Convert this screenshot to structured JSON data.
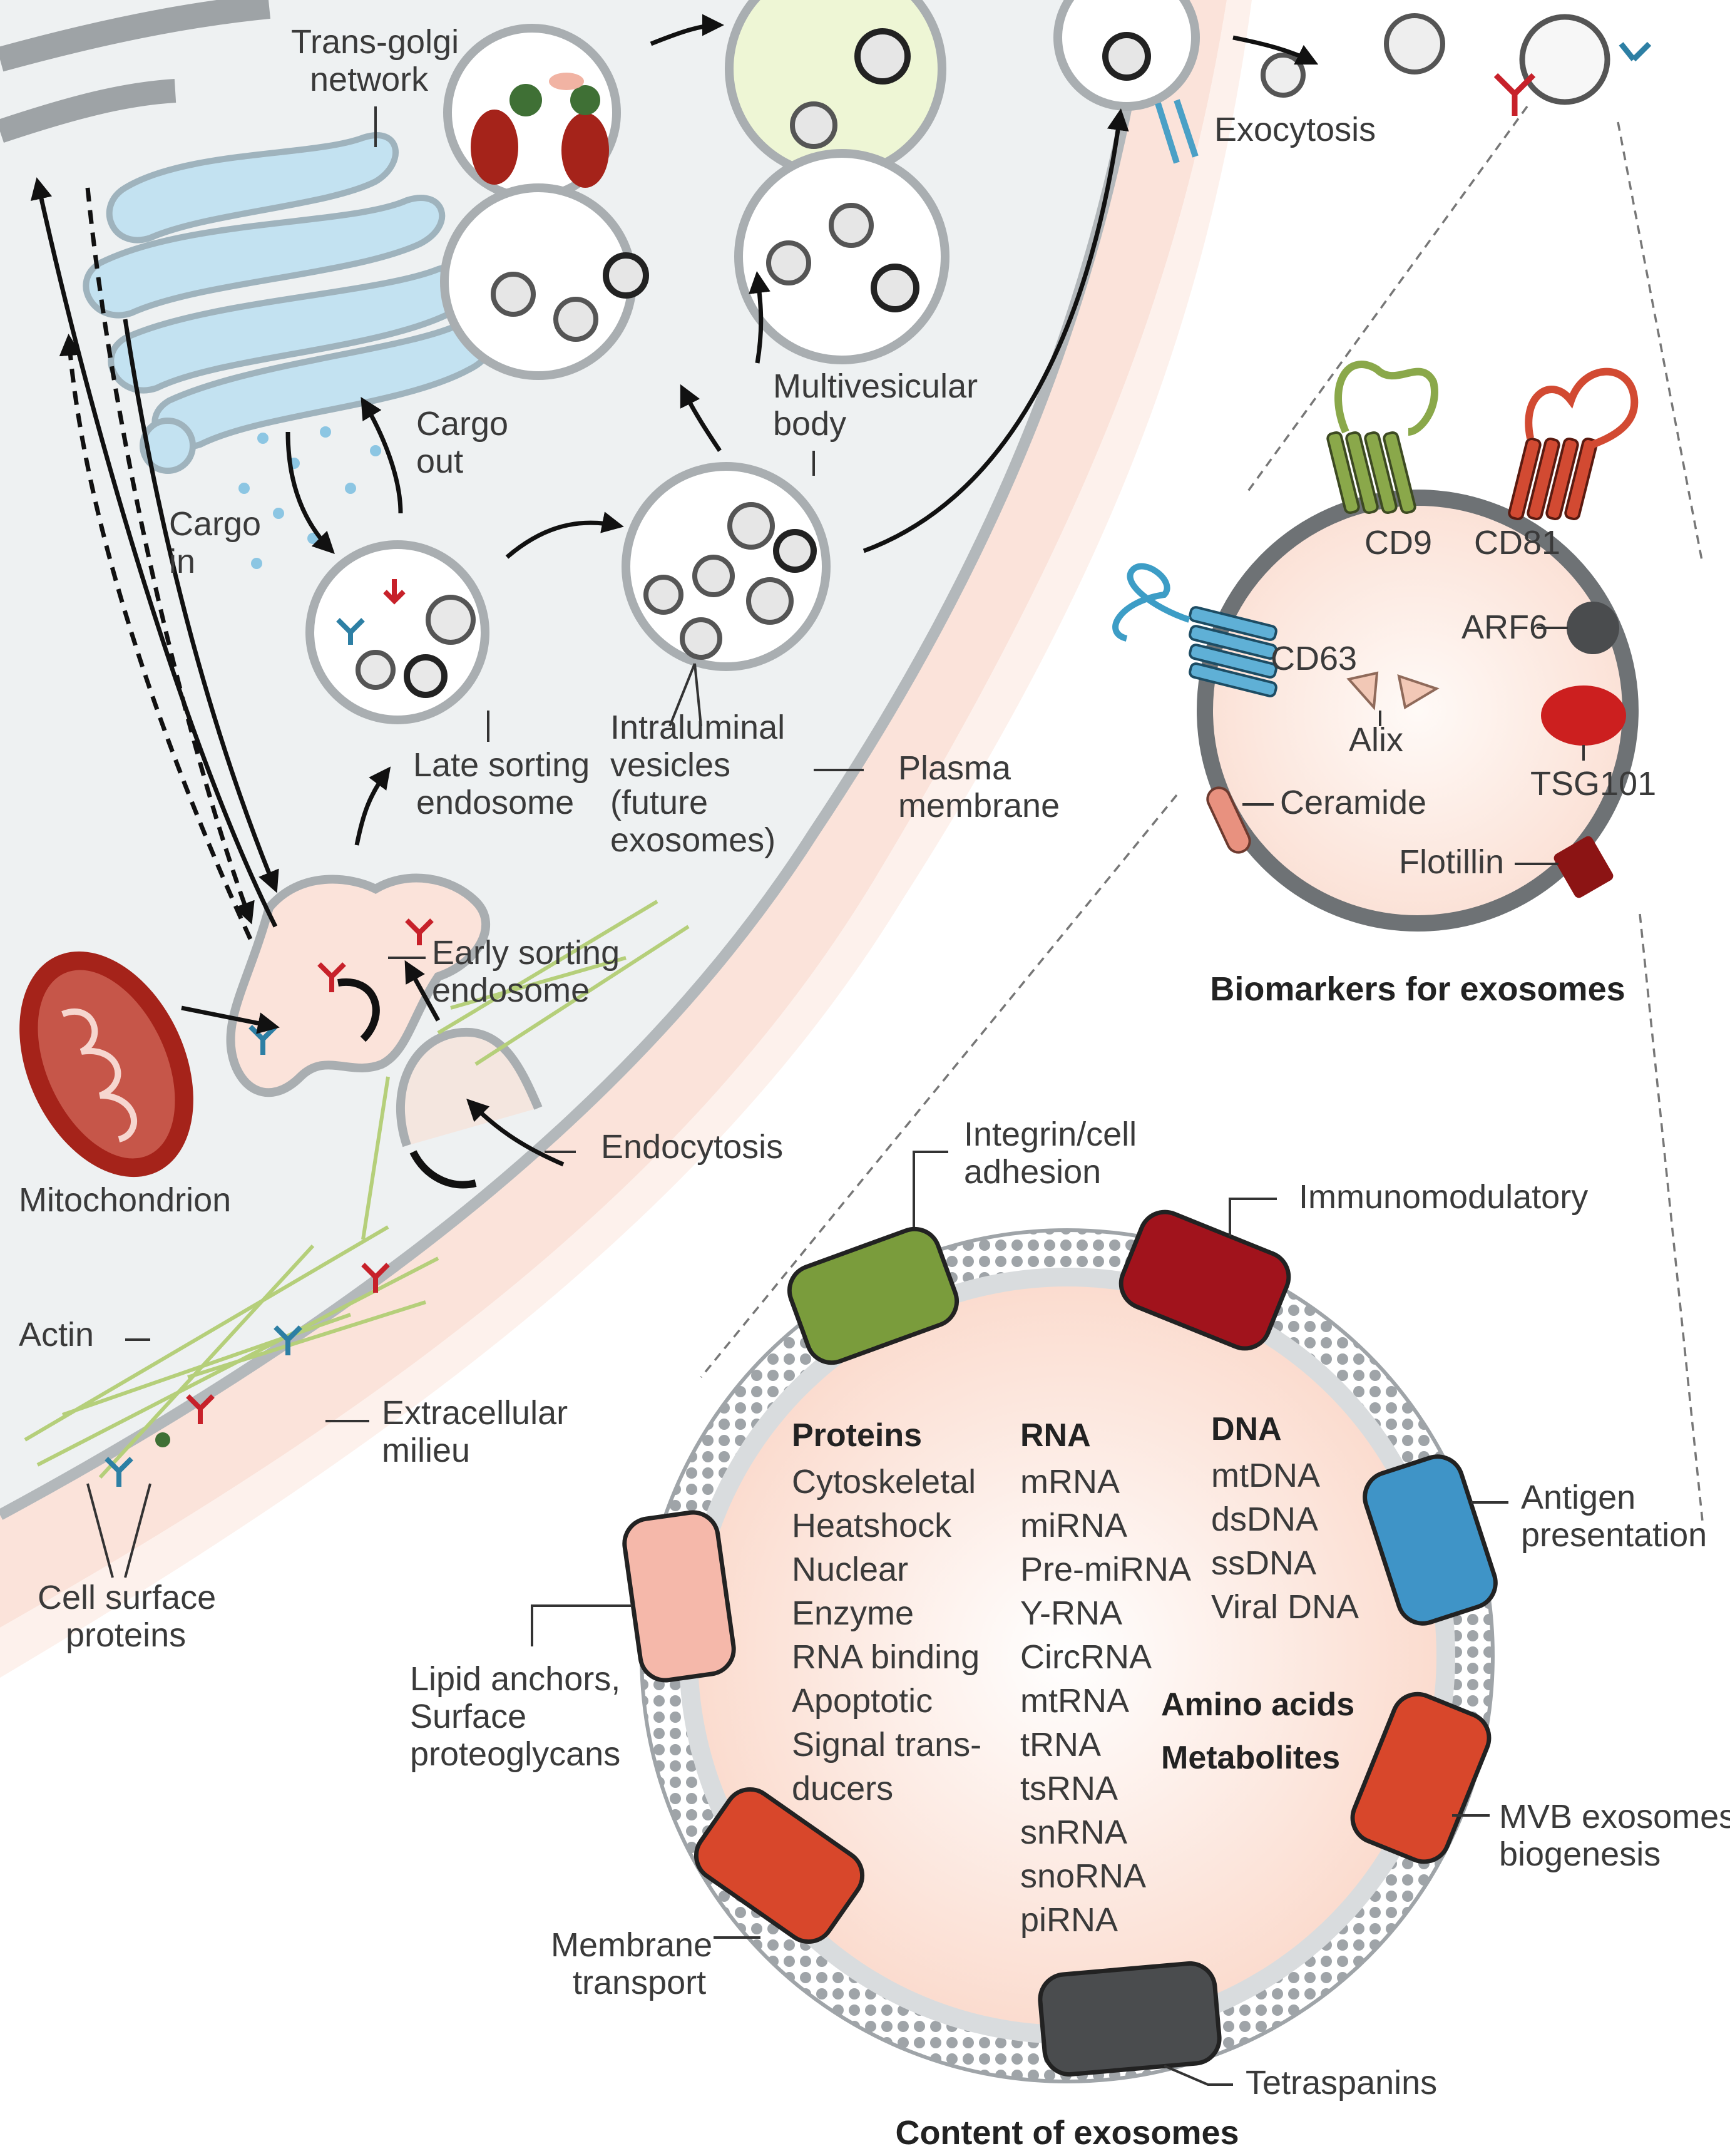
{
  "cell_labels": {
    "trans_golgi": [
      "Trans-golgi",
      "network"
    ],
    "cargo_out": [
      "Cargo",
      "out"
    ],
    "cargo_in": [
      "Cargo",
      "in"
    ],
    "multivesicular_body": [
      "Multivesicular",
      "body"
    ],
    "exocytosis": "Exocytosis",
    "intraluminal_vesicles": [
      "Intraluminal",
      "vesicles",
      "(future",
      "exosomes)"
    ],
    "late_sorting_endosome": [
      "Late sorting",
      "endosome"
    ],
    "plasma_membrane": [
      "Plasma",
      "membrane"
    ],
    "early_sorting_endosome": [
      "Early sorting",
      "endosome"
    ],
    "mitochondrion": "Mitochondrion",
    "endocytosis": "Endocytosis",
    "actin": "Actin",
    "extracellular_milieu": [
      "Extracellular",
      "milieu"
    ],
    "cell_surface_proteins": [
      "Cell surface",
      "proteins"
    ]
  },
  "biomarkers": {
    "title": "Biomarkers for exosomes",
    "items": {
      "cd9": "CD9",
      "cd81": "CD81",
      "cd63": "CD63",
      "arf6": "ARF6",
      "alix": "Alix",
      "tsg101": "TSG101",
      "ceramide": "Ceramide",
      "flotillin": "Flotillin"
    }
  },
  "content": {
    "title": "Content of exosomes",
    "membrane_proteins": {
      "integrin": [
        "Integrin/cell",
        "adhesion"
      ],
      "immunomodulatory": "Immunomodulatory",
      "antigen": [
        "Antigen",
        "presentation"
      ],
      "mvb": [
        "MVB exosomes",
        "biogenesis"
      ],
      "tetraspanins": "Tetraspanins",
      "membrane_transport": [
        "Membrane",
        "transport"
      ],
      "lipid_anchors": [
        "Lipid anchors,",
        "Surface",
        "proteoglycans"
      ]
    },
    "proteins": {
      "heading": "Proteins",
      "items": [
        "Cytoskeletal",
        "Heatshock",
        "Nuclear",
        "Enzyme",
        "RNA binding",
        "Apoptotic",
        "Signal trans-",
        "ducers"
      ]
    },
    "rna": {
      "heading": "RNA",
      "items": [
        "mRNA",
        "miRNA",
        "Pre-miRNA",
        "Y-RNA",
        "CircRNA",
        "mtRNA",
        "tRNA",
        "tsRNA",
        "snRNA",
        "snoRNA",
        "piRNA"
      ]
    },
    "dna": {
      "heading": "DNA",
      "items": [
        "mtDNA",
        "dsDNA",
        "ssDNA",
        "Viral DNA"
      ]
    },
    "amino_acids": "Amino acids",
    "metabolites": "Metabolites"
  },
  "colors": {
    "cytoplasm": "#eef1f2",
    "membrane_gray": "#b3b8bb",
    "extracellular_pink": "#fbe2d9",
    "golgi_blue": "#bfe0f0",
    "mito_red": "#a5231a",
    "actin_green": "#b5cf7a",
    "cd9_green": "#8aa84a",
    "cd81_red": "#d24a32",
    "cd63_blue": "#3d9dc6",
    "tsg101_red": "#cc1f1f",
    "flotillin_red": "#8c1414",
    "ceramide_pink": "#e8917f",
    "integrin_green": "#7a9c3c",
    "immuno_red": "#a1131c",
    "antigen_blue": "#3f94c7",
    "mvb_orange": "#d8472b",
    "tetraspanin_gray": "#4a4c4e",
    "lipid_pink": "#f5b8aa",
    "exosome_interior": "#fdebe3"
  }
}
